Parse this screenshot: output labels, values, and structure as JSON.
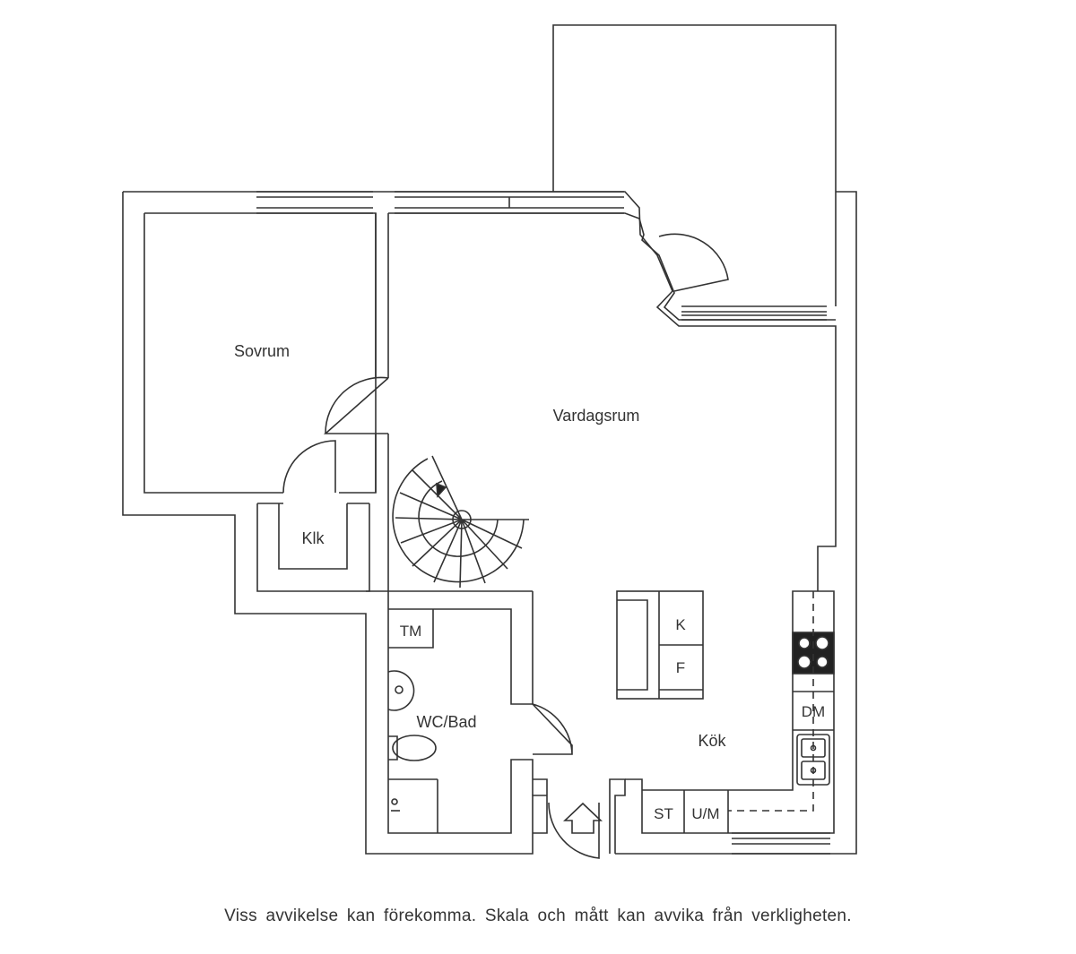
{
  "rooms": {
    "sovrum": "Sovrum",
    "vardagsrum": "Vardagsrum",
    "klk": "Klk",
    "wc_bad": "WC/Bad",
    "kok": "Kök"
  },
  "fixtures": {
    "tm": "TM",
    "k": "K",
    "f": "F",
    "dm": "DM",
    "st": "ST",
    "um": "U/M"
  },
  "disclaimer": "Viss avvikelse kan förekomma. Skala och mått kan avvika från verkligheten."
}
